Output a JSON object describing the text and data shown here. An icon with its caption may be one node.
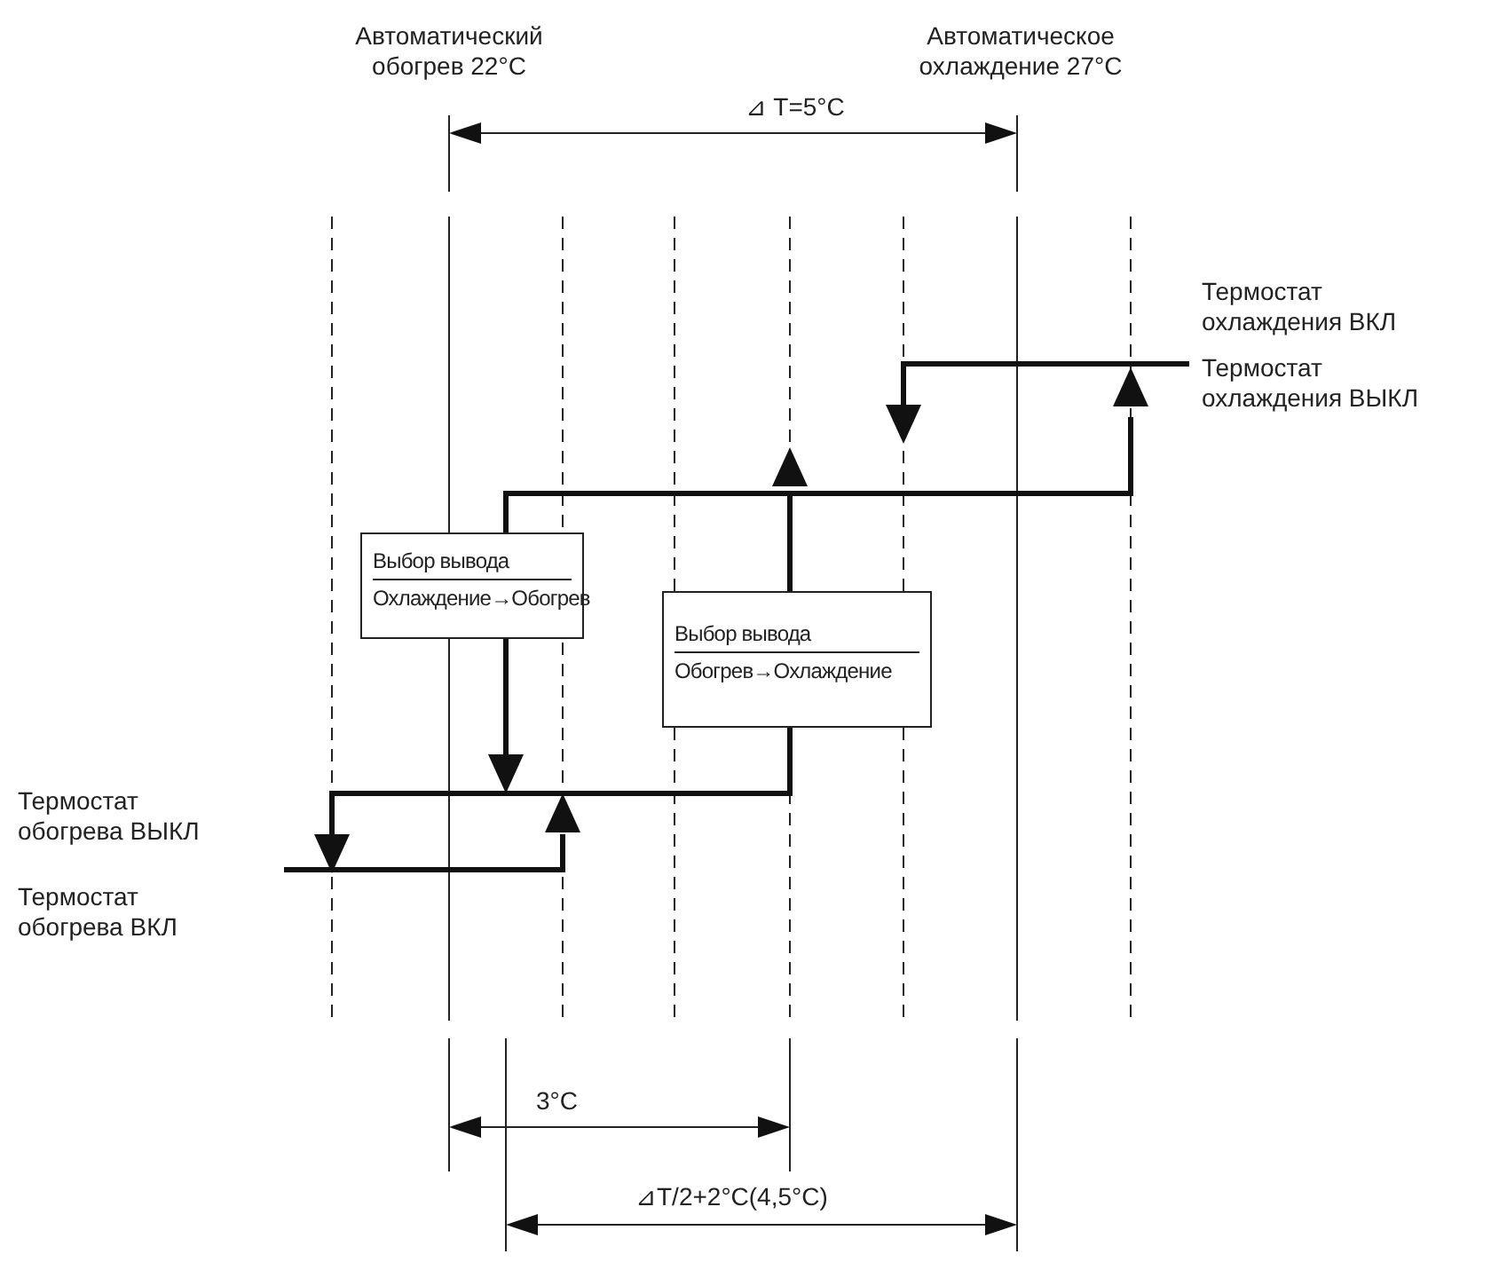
{
  "diagram": {
    "nodes": [
      {
        "text": [
          "Выбор вывода",
          "Охлаждение→Обогрев"
        ]
      },
      {
        "text": [
          "Выбор вывода",
          "Обогрев→Охлаждение"
        ]
      }
    ],
    "edges": [],
    "labels": [
      "Автоматический обогрев 22°C",
      "Автоматическое охлаждение 27°C",
      "⊿ T=5°C",
      "Термостат охлаждения ВКЛ",
      "Термостат охлаждения ВЫКЛ",
      "Термостат обогрева ВЫКЛ",
      "Термостат обогрева ВКЛ",
      "3°C",
      "⊿T/2+2°C(4,5°C)"
    ]
  }
}
